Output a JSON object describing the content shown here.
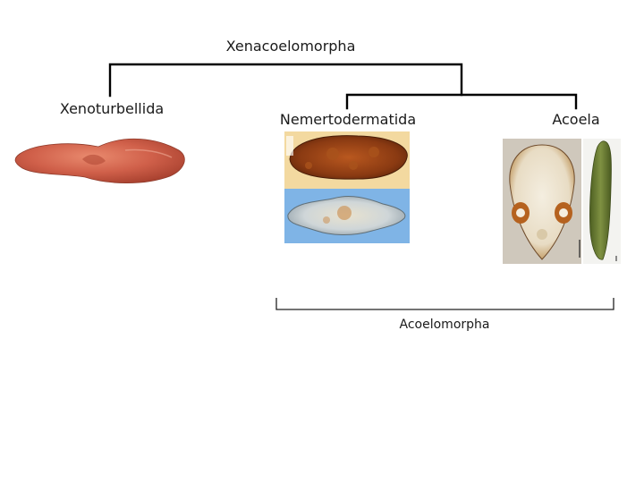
{
  "root": {
    "label": "Xenacoelomorpha"
  },
  "clades": {
    "xenoturbellida": {
      "label": "Xenoturbellida"
    },
    "nemertodermatida": {
      "label": "Nemertodermatida"
    },
    "acoela": {
      "label": "Acoela"
    }
  },
  "group": {
    "label": "Acoelomorpha"
  },
  "colors": {
    "tree_line": "#000000",
    "xenoturbella_body": "#d0604a",
    "nemertoderm_top_bg": "#f3d9a0",
    "nemertoderm_bottom_bg": "#7fb4e6",
    "acoel_left_bg": "#cfc8bc",
    "acoel_right_body": "#6e7f3a"
  }
}
